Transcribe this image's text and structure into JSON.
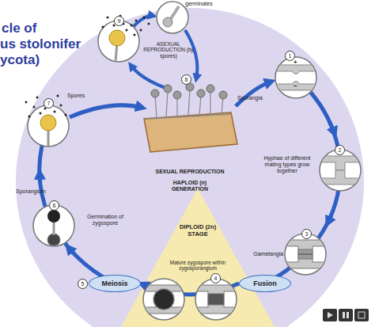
{
  "diagram": {
    "nodes": [
      {
        "text": [
          "SEXUAL REPRODUCTION",
          "HAPLOID (n) GENERATION"
        ]
      },
      {
        "text": [
          "DIPLOID (2n) STAGE",
          "Mature zygospore within zygosporangium"
        ],
        "in": 0
      },
      {
        "text": [
          "Meiosis"
        ]
      },
      {
        "text": [
          "Fusion"
        ]
      }
    ],
    "edges": [
      {
        "from": 3,
        "to": 2,
        "arrow": "to"
      }
    ],
    "labels": [
      "cle of",
      "us stolonifer",
      "ycota)",
      "germinates",
      "9",
      "ASEXUAL REPRODUCTION (by spores)",
      "8",
      "Sporangia",
      "1",
      "+",
      "−",
      "Hyphae of different mating types grow together",
      "2",
      "Gametangia",
      "3",
      "4",
      "5",
      "Germination of zygospore",
      "6",
      "Sporangium",
      "7",
      "Spores"
    ]
  }
}
